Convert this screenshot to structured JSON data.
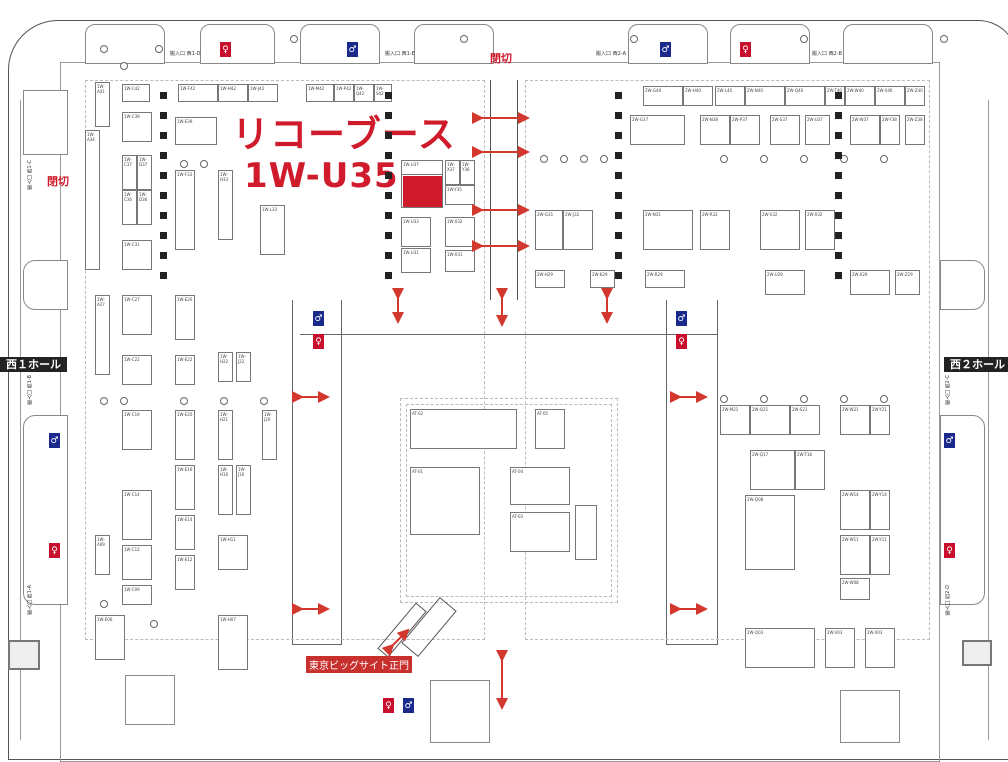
{
  "highlight": {
    "title": "リコーブース",
    "booth_id": "1W-U35",
    "color": "#d01b2c"
  },
  "halls": {
    "west1": "西１ホール",
    "west2": "西２ホール"
  },
  "closed_label": "閉切",
  "gate_label": "東京ビッグサイト正門",
  "entrances": {
    "w1d": "搬入口 西1-D",
    "w1e": "搬入口 西1-E",
    "w2a": "搬入口 西2-A",
    "w2b": "搬入口 西2-B",
    "w1c": "搬入口 西1-C",
    "w1b": "搬入口 西1-B",
    "w1a": "搬入口 西1-A",
    "w2c": "搬入口 西2-C",
    "w2d": "搬入口 西2-D"
  },
  "booths": [
    "1W-A41",
    "1W-C42",
    "1W-F42",
    "1W-H42",
    "1W-J42",
    "1W-M42",
    "1W-P42",
    "1W-Q42",
    "1W-S42",
    "1W-A34",
    "1W-C39",
    "1W-E39",
    "1W-C37",
    "1W-D37",
    "1W-C36",
    "1W-D36",
    "1W-C31",
    "1W-F33",
    "1W-H33",
    "1W-L33",
    "1W-U37",
    "1W-U33",
    "1W-U31",
    "1W-X32",
    "1W-X31",
    "1W-X37",
    "1W-Y36",
    "1W-Y35",
    "1W-A27",
    "1W-C27",
    "1W-E26",
    "1W-C22",
    "1W-E22",
    "1W-H22",
    "1W-J22",
    "1W-C19",
    "1W-E20",
    "1W-H21",
    "1W-J20",
    "1W-E16",
    "1W-H16",
    "1W-J16",
    "1W-C14",
    "1W-E14",
    "1W-C12",
    "1W-E12",
    "1W-H11",
    "1W-A09",
    "1W-C09",
    "1W-E06",
    "1W-H07",
    "AT-02",
    "AT-05",
    "AT-01",
    "AT-04",
    "AT-03",
    "2W-G40",
    "2W-H40",
    "2W-L40",
    "2W-N40",
    "2W-Q40",
    "2W-T40",
    "2W-W40",
    "2W-X40",
    "2W-Z40",
    "2W-G37",
    "2W-N38",
    "2W-P37",
    "2W-S37",
    "2W-U37",
    "2W-W37",
    "2W-Y38",
    "2W-Z38",
    "2W-G31",
    "2W-J32",
    "2W-N31",
    "2W-R32",
    "2W-V32",
    "2W-X32",
    "2W-H29",
    "2W-K29",
    "2W-R29",
    "2W-U29",
    "2W-X29",
    "2W-Z29",
    "2W-M21",
    "2W-Q21",
    "2W-S21",
    "2W-W21",
    "2W-Y21",
    "2W-Q17",
    "2W-T18",
    "2W-W14",
    "2W-Y14",
    "2W-Q08",
    "2W-W11",
    "2W-Y11",
    "2W-W08",
    "2W-Q03",
    "2W-V03",
    "2W-X03"
  ]
}
